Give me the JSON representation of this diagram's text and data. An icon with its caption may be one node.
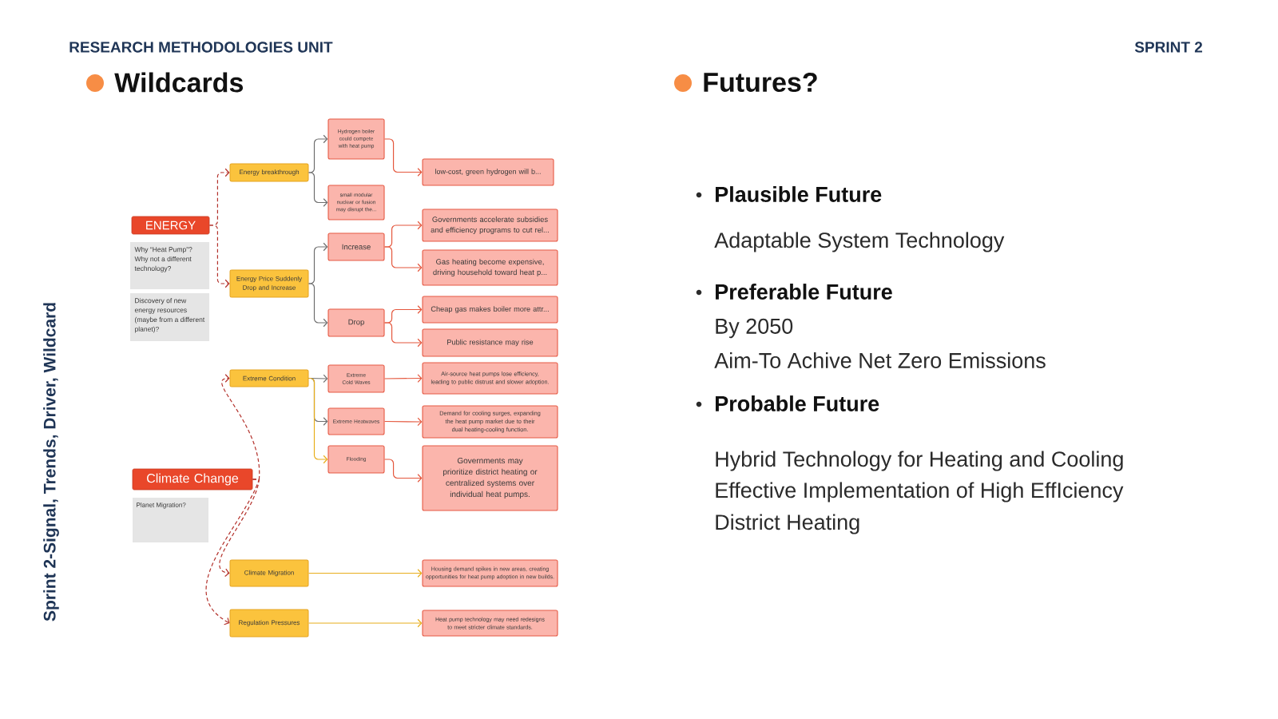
{
  "diagram": {
    "nodes": [
      {
        "text": [
          "ENERGY"
        ]
      },
      {
        "text": [
          "Why “Heat Pump”? Why not a different technology?"
        ]
      },
      {
        "text": [
          "Discovery of new energy resources (maybe from a different planet)?"
        ]
      },
      {
        "text": [
          "Energy breakthrough"
        ]
      },
      {
        "text": [
          "Energy Price Suddenly Drop and Increase"
        ]
      },
      {
        "text": [
          "Hydrogen boiler could compete with heat pump"
        ]
      },
      {
        "text": [
          "small modular nuclear or fusion may disrupt the..."
        ]
      },
      {
        "text": [
          "Increase"
        ]
      },
      {
        "text": [
          "Drop"
        ]
      },
      {
        "text": [
          "low-cost, green hydrogen will b..."
        ]
      },
      {
        "text": [
          "Governments accelerate subsidies and efficiency programs to cut rel..."
        ]
      },
      {
        "text": [
          "Gas heating become expensive, driving household toward heat p..."
        ]
      },
      {
        "text": [
          "Cheap gas makes boiler more attr..."
        ]
      },
      {
        "text": [
          "Public resistance may rise"
        ]
      },
      {
        "text": [
          "Climate Change"
        ]
      },
      {
        "text": [
          "Planet Migration?"
        ]
      },
      {
        "text": [
          "Extreme Condition"
        ]
      },
      {
        "text": [
          "Climate Migration"
        ]
      },
      {
        "text": [
          "Regulation Pressures"
        ]
      },
      {
        "text": [
          "Extreme Cold Waves"
        ]
      },
      {
        "text": [
          "Extreme Heatwaves"
        ]
      },
      {
        "text": [
          "Flooding"
        ]
      },
      {
        "text": [
          "Air-source heat pumps lose efficiency, leading to public distrust and slower adoption."
        ]
      },
      {
        "text": [
          "Demand for cooling surges, expanding the heat pump market due to their dual heating-cooling function."
        ]
      },
      {
        "text": [
          "Governments may prioritize district heating or centralized systems over individual heat pumps."
        ]
      },
      {
        "text": [
          "Housing demand spikes in new areas, creating opportunities for heat pump adoption in new builds."
        ]
      },
      {
        "text": [
          "Heat pump technology may need redesigns to meet stricter climate standards."
        ]
      }
    ],
    "edges": [
      {
        "from": 0,
        "to": 3,
        "arrow": "to",
        "style": "dashed",
        "color": "#b3312b"
      },
      {
        "from": 0,
        "to": 4,
        "arrow": "to",
        "style": "dashed",
        "color": "#b3312b"
      },
      {
        "from": 3,
        "to": 5,
        "arrow": "to",
        "color": "#6e6e6e"
      },
      {
        "from": 3,
        "to": 6,
        "arrow": "to",
        "color": "#6e6e6e"
      },
      {
        "from": 4,
        "to": 7,
        "arrow": "to",
        "color": "#6e6e6e"
      },
      {
        "from": 4,
        "to": 8,
        "arrow": "to",
        "color": "#6e6e6e"
      },
      {
        "from": 5,
        "to": 9,
        "arrow": "to"
      },
      {
        "from": 7,
        "to": 10,
        "arrow": "to"
      },
      {
        "from": 7,
        "to": 11,
        "arrow": "to"
      },
      {
        "from": 8,
        "to": 12,
        "arrow": "to"
      },
      {
        "from": 8,
        "to": 13,
        "arrow": "to"
      },
      {
        "from": 14,
        "to": 16,
        "arrow": "to",
        "style": "dashed",
        "color": "#b3312b"
      },
      {
        "from": 14,
        "to": 17,
        "arrow": "to",
        "style": "dashed",
        "color": "#b3312b"
      },
      {
        "from": 14,
        "to": 18,
        "arrow": "to",
        "style": "dashed",
        "color": "#b3312b"
      },
      {
        "from": 16,
        "to": 19,
        "arrow": "to",
        "color": "#6e6e6e"
      },
      {
        "from": 16,
        "to": 20,
        "arrow": "to",
        "color": "#6e6e6e"
      },
      {
        "from": 16,
        "to": 21,
        "arrow": "to",
        "color": "#e8ae1c"
      },
      {
        "from": 19,
        "to": 22,
        "arrow": "to"
      },
      {
        "from": 20,
        "to": 23,
        "arrow": "to"
      },
      {
        "from": 21,
        "to": 24,
        "arrow": "to"
      },
      {
        "from": 17,
        "to": 25,
        "arrow": "to",
        "color": "#e8ae1c"
      },
      {
        "from": 18,
        "to": 26,
        "arrow": "to",
        "color": "#e8ae1c"
      }
    ],
    "labels": [
      "RESEARCH METHODOLOGIES UNIT",
      "SPRINT 2",
      "Wildcards",
      "Futures?",
      "Sprint 2-Signal, Trends, Driver, Wildcard",
      "Plausible Future",
      "Adaptable System Technology",
      "Preferable Future",
      "By 2050",
      "Aim-To Achive Net Zero Emissions",
      "Probable Future",
      "Hybrid Technology for Heating and Cooling",
      "Effective Implementation of High EffIciency",
      "District Heating"
    ]
  }
}
